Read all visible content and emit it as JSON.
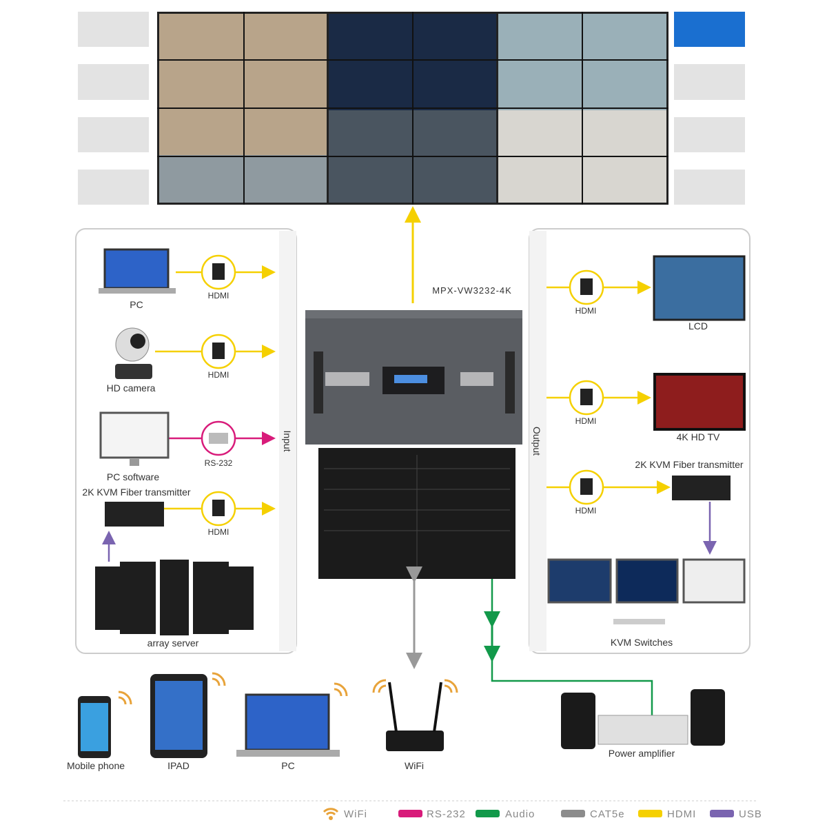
{
  "device": {
    "model": "MPX-VW3232-4K"
  },
  "input_panel": {
    "title": "Input",
    "sources": [
      {
        "label": "PC",
        "cable": "HDMI"
      },
      {
        "label": "HD camera",
        "cable": "HDMI"
      },
      {
        "label": "PC software",
        "cable": "RS-232"
      },
      {
        "label": "2K KVM Fiber transmitter",
        "cable": "HDMI"
      }
    ],
    "server_label": "array server"
  },
  "output_panel": {
    "title": "Output",
    "sinks": [
      {
        "label": "LCD",
        "cable": "HDMI"
      },
      {
        "label": "4K HD TV",
        "cable": "HDMI"
      },
      {
        "label": "2K KVM Fiber transmitter",
        "cable": "HDMI"
      }
    ],
    "kvm_label": "KVM Switches"
  },
  "bottom_devices": [
    {
      "label": "Mobile phone"
    },
    {
      "label": "IPAD"
    },
    {
      "label": "PC"
    },
    {
      "label": "WiFi"
    },
    {
      "label": "Power amplifier"
    }
  ],
  "legend": [
    {
      "label": "WiFi",
      "color": "#e8a33a"
    },
    {
      "label": "RS-232",
      "color": "#d81b7a"
    },
    {
      "label": "Audio",
      "color": "#12994a"
    },
    {
      "label": "CAT5e",
      "color": "#8c8c8c"
    },
    {
      "label": "HDMI",
      "color": "#f5d000"
    },
    {
      "label": "USB",
      "color": "#7a64b0"
    }
  ]
}
